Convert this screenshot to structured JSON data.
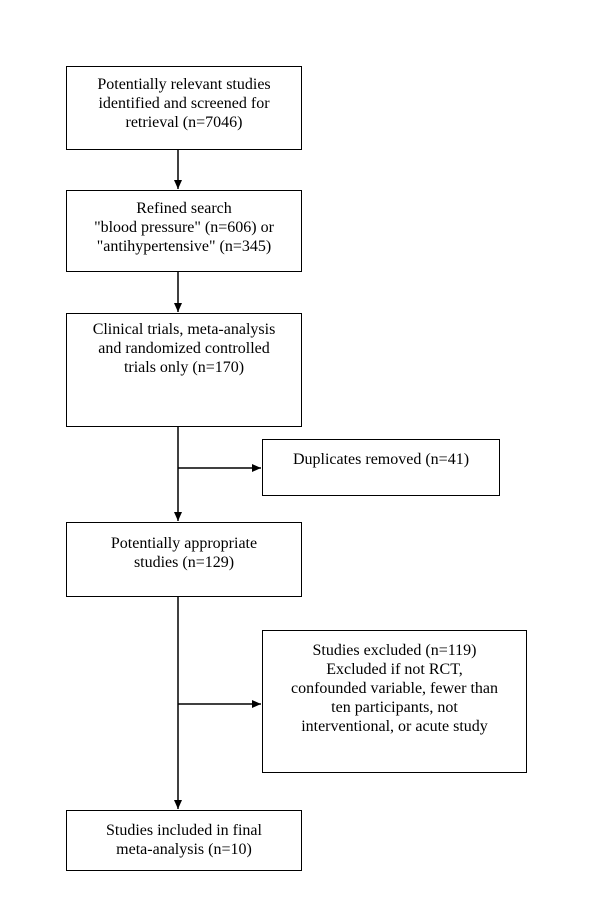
{
  "colors": {
    "line": "#000000",
    "box_border": "#000000",
    "background": "#ffffff"
  },
  "boxes": {
    "identified": {
      "lines": [
        "Potentially relevant studies",
        "identified and screened for",
        "retrieval (n=7046)"
      ]
    },
    "refined": {
      "lines": [
        "Refined search",
        "\"blood pressure\" (n=606) or",
        "\"antihypertensive\" (n=345)"
      ]
    },
    "clinical": {
      "lines": [
        "Clinical trials, meta-analysis",
        "and randomized controlled",
        "trials only (n=170)"
      ]
    },
    "duplicates": {
      "lines": [
        "Duplicates removed (n=41)"
      ]
    },
    "appropriate": {
      "lines": [
        "Potentially appropriate",
        "studies (n=129)"
      ]
    },
    "excluded": {
      "lines": [
        "Studies excluded (n=119)",
        "Excluded if not RCT,",
        "confounded variable, fewer than",
        "ten participants, not",
        "interventional, or acute study"
      ]
    },
    "included": {
      "lines": [
        "Studies included in final",
        "meta-analysis (n=10)"
      ]
    }
  }
}
